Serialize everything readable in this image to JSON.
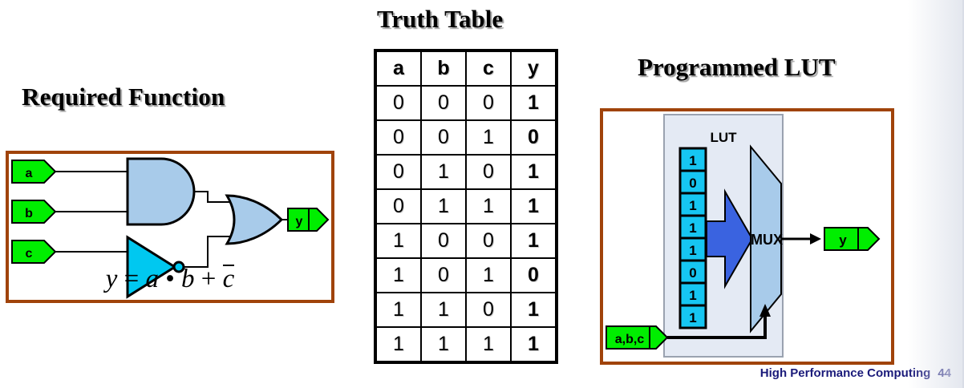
{
  "slide": {
    "footer_text": "High Performance Computing",
    "page_number": "44"
  },
  "sections": {
    "required_function": {
      "title": "Required Function",
      "inputs": [
        {
          "label": "a"
        },
        {
          "label": "b"
        },
        {
          "label": "c"
        }
      ],
      "output": {
        "label": "y"
      },
      "gates": {
        "and_label": "AND",
        "or_label": "OR",
        "inverter_label": "NOT"
      },
      "equation": {
        "lhs": "y",
        "equals": "=",
        "a": "a",
        "and_op": "•",
        "b": "b",
        "plus": "+",
        "c_bar": "c",
        "plain": "y = a • b + c̅"
      }
    },
    "truth_table": {
      "title": "Truth Table",
      "headers": [
        "a",
        "b",
        "c",
        "y"
      ],
      "rows": [
        [
          "0",
          "0",
          "0",
          "1"
        ],
        [
          "0",
          "0",
          "1",
          "0"
        ],
        [
          "0",
          "1",
          "0",
          "1"
        ],
        [
          "0",
          "1",
          "1",
          "1"
        ],
        [
          "1",
          "0",
          "0",
          "1"
        ],
        [
          "1",
          "0",
          "1",
          "0"
        ],
        [
          "1",
          "1",
          "0",
          "1"
        ],
        [
          "1",
          "1",
          "1",
          "1"
        ]
      ]
    },
    "programmed_lut": {
      "title": "Programmed LUT",
      "lut_label": "LUT",
      "mux_label": "MUX",
      "select_input": {
        "label": "a,b,c"
      },
      "output": {
        "label": "y"
      },
      "memory_cells": [
        "1",
        "0",
        "1",
        "1",
        "1",
        "0",
        "1",
        "1"
      ]
    }
  },
  "colors": {
    "panel_border": "#a0430a",
    "signal_green": "#00ee00",
    "gate_blue": "#a8cbea",
    "inverter_cyan": "#00c8f0",
    "lut_cell_cyan": "#16c6f2",
    "lut_panel_bg": "#e4eaf4",
    "mux_blue": "#a8cbea",
    "arrow_blue": "#3a63e0",
    "footer_navy": "#1a1a7a",
    "ink": "#000000"
  }
}
